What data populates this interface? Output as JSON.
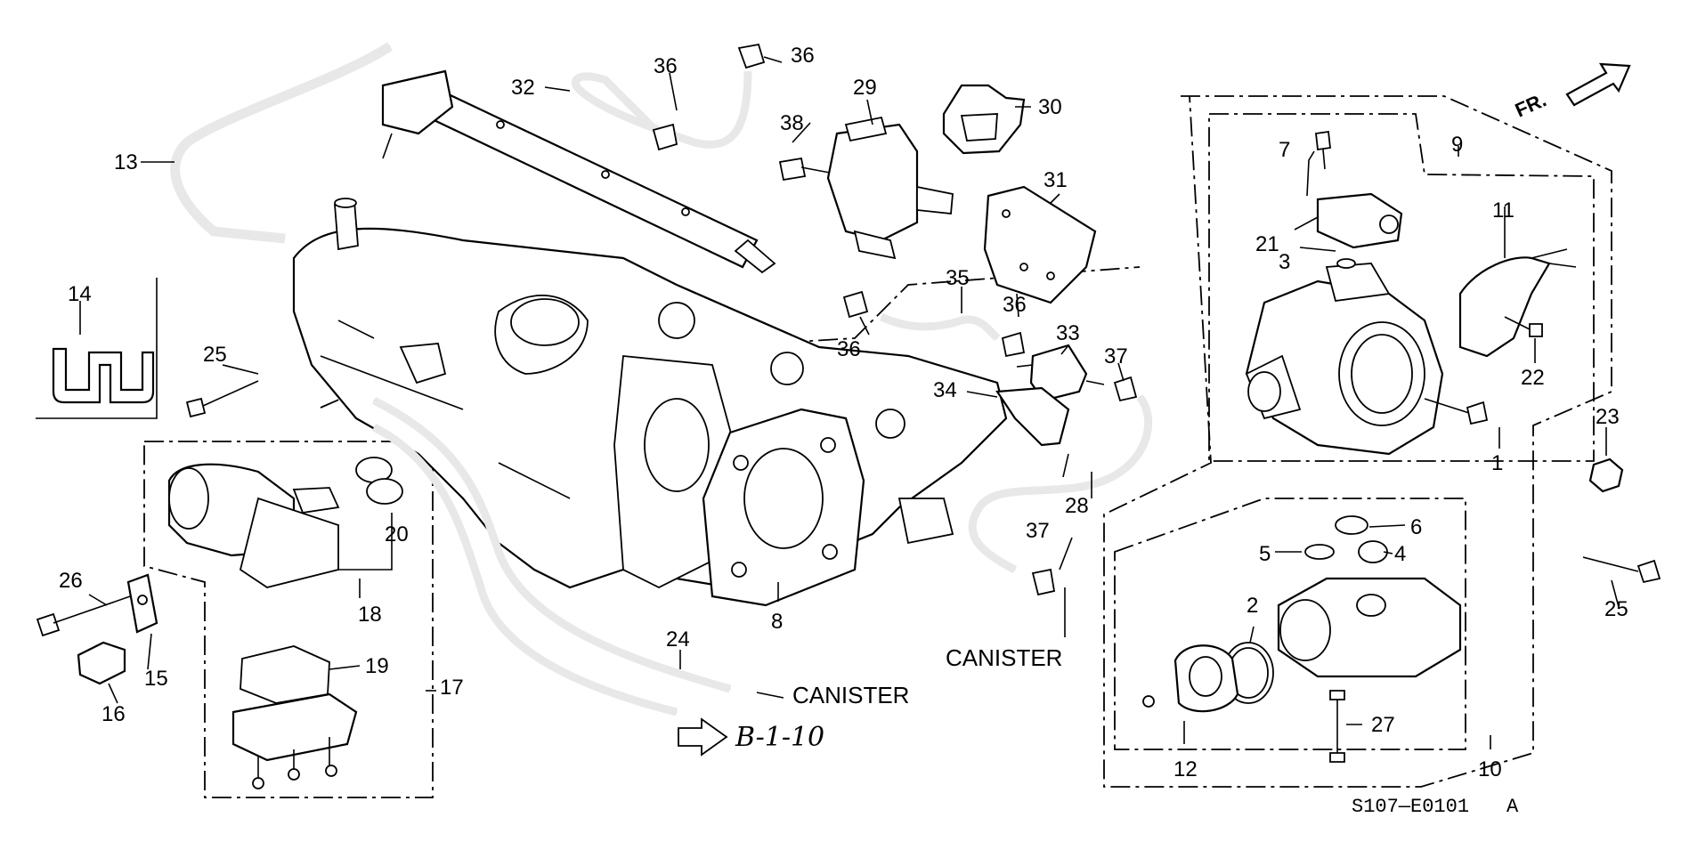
{
  "diagram": {
    "labels": {
      "l1": "1",
      "l2": "2",
      "l3": "3",
      "l4": "4",
      "l5": "5",
      "l6": "6",
      "l7": "7",
      "l8": "8",
      "l9": "9",
      "l10": "10",
      "l11": "11",
      "l12": "12",
      "l13": "13",
      "l14": "14",
      "l15": "15",
      "l16": "16",
      "l17": "17",
      "l18": "18",
      "l19": "19",
      "l20": "20",
      "l21": "21",
      "l22": "22",
      "l23": "23",
      "l24": "24",
      "l25a": "25",
      "l25b": "25",
      "l26": "26",
      "l27": "27",
      "l28": "28",
      "l29": "29",
      "l30": "30",
      "l31": "31",
      "l32": "32",
      "l33": "33",
      "l34": "34",
      "l35": "35",
      "l36a": "36",
      "l36b": "36",
      "l36c": "36",
      "l36d": "36",
      "l37a": "37",
      "l37b": "37",
      "l38": "38"
    },
    "canister_1": "CANISTER",
    "canister_2": "CANISTER",
    "ref_code": "B-1-10",
    "direction": "FR.",
    "drawing_code": "S107—E0101",
    "drawing_rev": "A"
  },
  "colors": {
    "ink": "#000000",
    "paper": "#ffffff",
    "hose_tone": "#e8e8e8"
  }
}
